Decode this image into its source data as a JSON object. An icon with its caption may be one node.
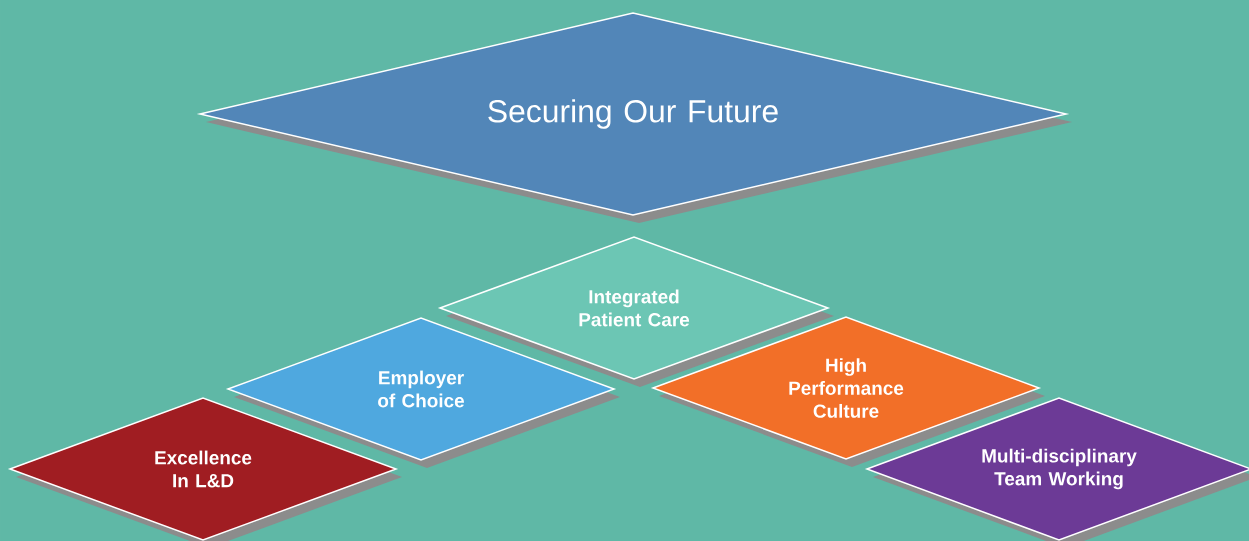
{
  "diagram": {
    "nodes": [
      {
        "text": [
          "Securing Our Future"
        ]
      },
      {
        "text": [
          "Integrated Patient Care"
        ]
      },
      {
        "text": [
          "Employer of Choice"
        ]
      },
      {
        "text": [
          "High Performance Culture"
        ]
      },
      {
        "text": [
          "Excellence In L&D"
        ]
      },
      {
        "text": [
          "Multi-disciplinary Team Working"
        ]
      }
    ]
  }
}
